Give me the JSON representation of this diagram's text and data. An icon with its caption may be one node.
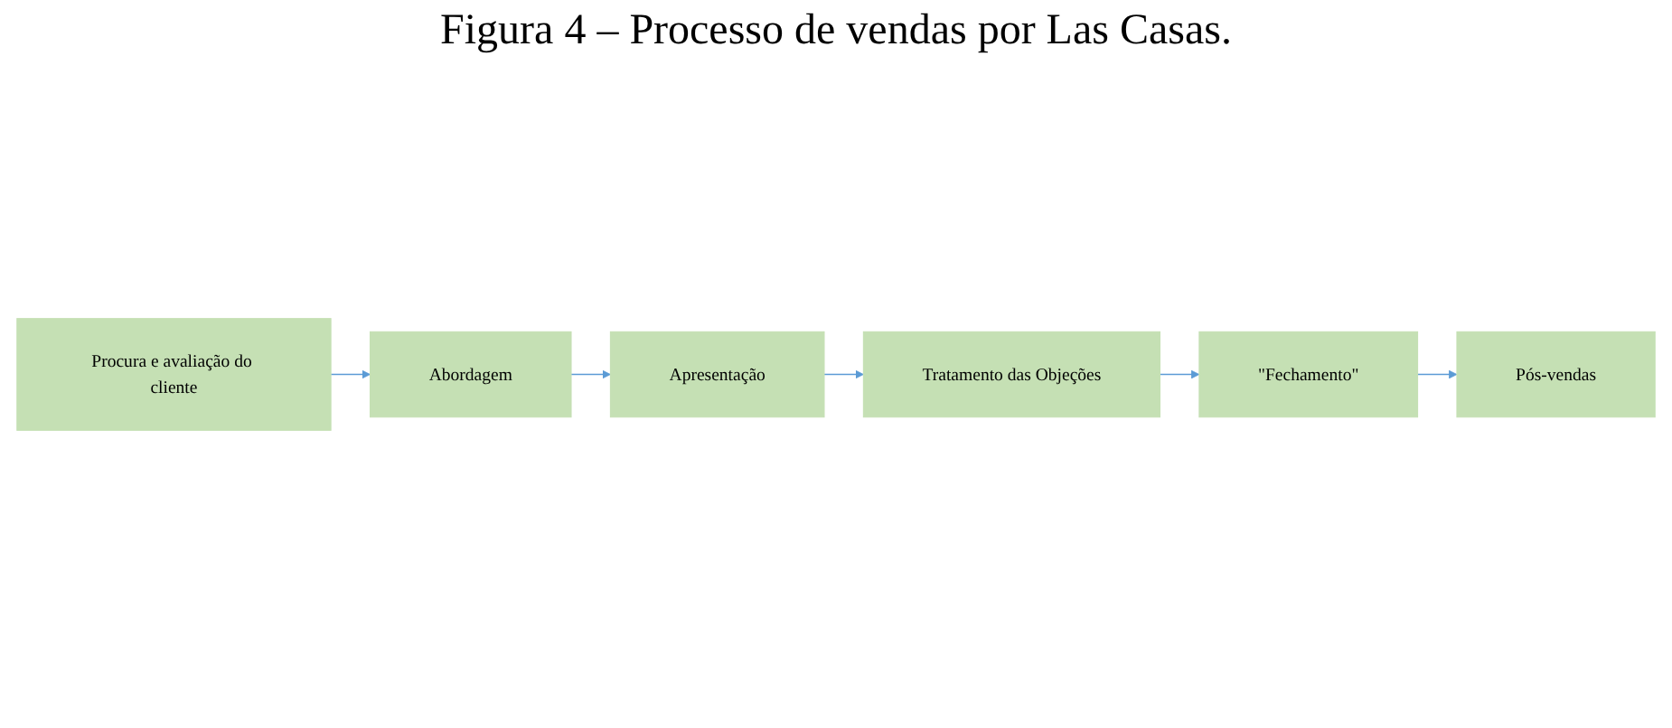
{
  "diagram": {
    "title": "Figura 4 – Processo de vendas por Las Casas.",
    "nodes": [
      {
        "text": [
          "Procura e avaliação do cliente"
        ]
      },
      {
        "text": [
          "Abordagem"
        ]
      },
      {
        "text": [
          "Apresentação"
        ]
      },
      {
        "text": [
          "Tratamento das Objeções"
        ]
      },
      {
        "text": [
          "\"Fechamento\""
        ]
      },
      {
        "text": [
          "Pós-vendas"
        ]
      }
    ],
    "edges": [
      {
        "from": 0,
        "to": 1,
        "arrow": "to"
      },
      {
        "from": 1,
        "to": 2,
        "arrow": "to"
      },
      {
        "from": 2,
        "to": 3,
        "arrow": "to"
      },
      {
        "from": 3,
        "to": 4,
        "arrow": "to"
      },
      {
        "from": 4,
        "to": 5,
        "arrow": "to"
      }
    ]
  }
}
